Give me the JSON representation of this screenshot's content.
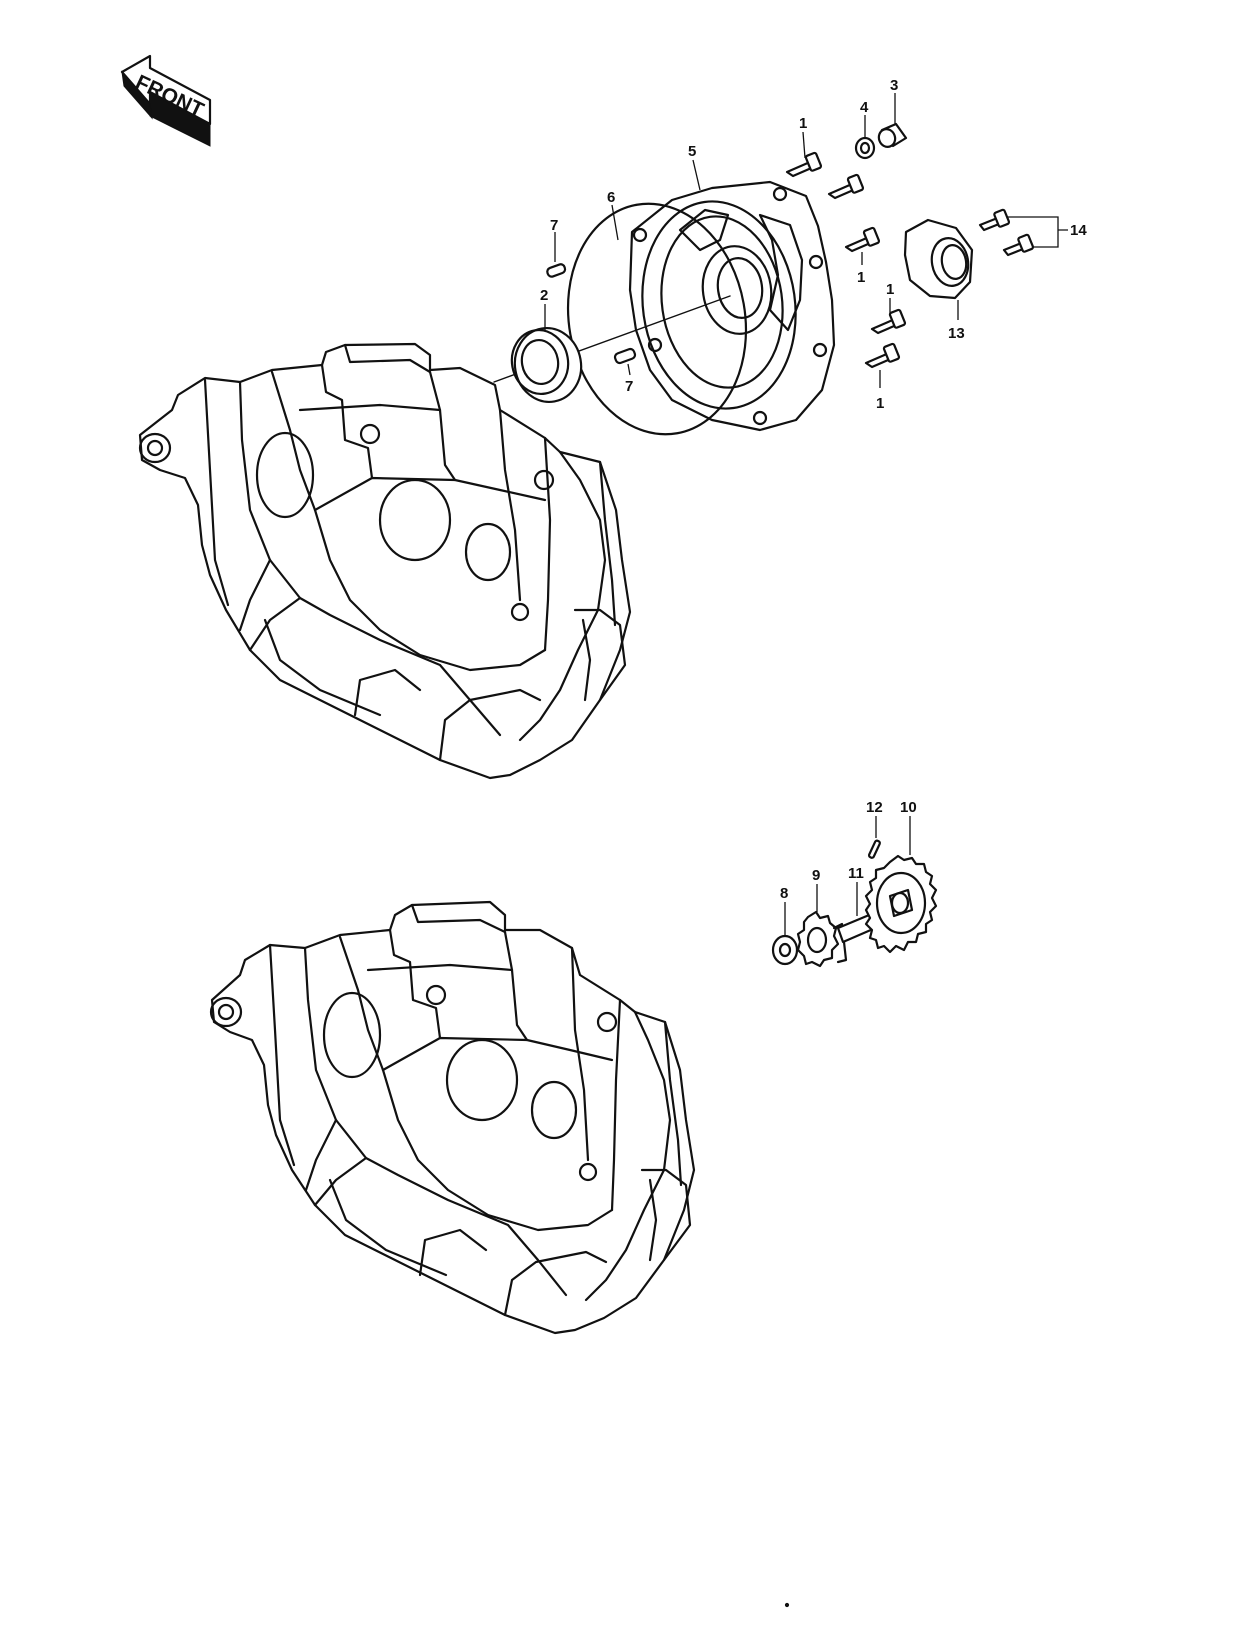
{
  "direction_label": "FRONT",
  "callouts": {
    "c1a": "1",
    "c1b": "1",
    "c1c": "1",
    "c1d": "1",
    "c2": "2",
    "c3": "3",
    "c4": "4",
    "c5": "5",
    "c6": "6",
    "c7a": "7",
    "c7b": "7",
    "c8": "8",
    "c9": "9",
    "c10": "10",
    "c11": "11",
    "c12": "12",
    "c13": "13",
    "c14": "14"
  },
  "colors": {
    "line": "#111111",
    "background": "#ffffff"
  }
}
